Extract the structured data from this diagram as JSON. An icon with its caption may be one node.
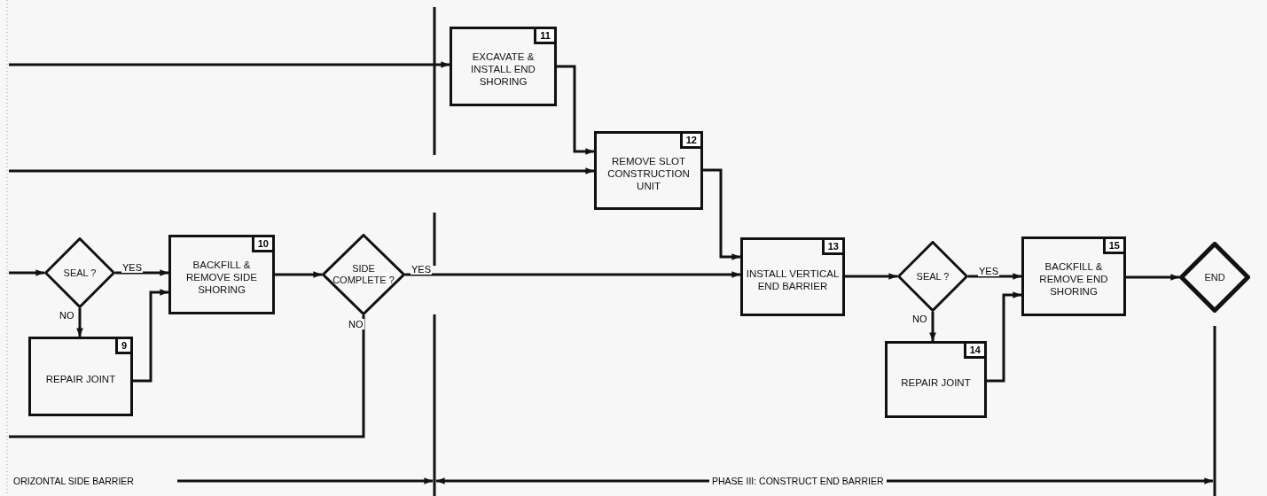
{
  "diagram": {
    "nodes": [
      {
        "text": [
          "SEAL ?"
        ]
      },
      {
        "text": [
          "9",
          "REPAIR JOINT"
        ]
      },
      {
        "text": [
          "10",
          "BACKFILL & REMOVE SIDE SHORING"
        ]
      },
      {
        "text": [
          "SIDE COMPLETE ?"
        ]
      },
      {
        "text": [
          "11",
          "EXCAVATE & INSTALL END SHORING"
        ]
      },
      {
        "text": [
          "12",
          "REMOVE SLOT CONSTRUCTION UNIT"
        ]
      },
      {
        "text": [
          "13",
          "INSTALL VERTICAL END BARRIER"
        ]
      },
      {
        "text": [
          "SEAL ?"
        ]
      },
      {
        "text": [
          "14",
          "REPAIR JOINT"
        ]
      },
      {
        "text": [
          "15",
          "BACKFILL & REMOVE END SHORING"
        ]
      },
      {
        "text": [
          "END"
        ]
      }
    ],
    "edges": [
      {
        "from": null,
        "to": 4,
        "arrow": "to"
      },
      {
        "from": null,
        "to": 5,
        "arrow": "to"
      },
      {
        "from": null,
        "to": 0,
        "arrow": "to"
      },
      {
        "from": 0,
        "to": 2,
        "arrow": "to",
        "label": "YES"
      },
      {
        "from": 0,
        "to": 1,
        "arrow": "to",
        "label": "NO"
      },
      {
        "from": 1,
        "to": 2,
        "arrow": "to"
      },
      {
        "from": 2,
        "to": 3,
        "arrow": "to"
      },
      {
        "from": 3,
        "to": 6,
        "arrow": "to",
        "label": "YES"
      },
      {
        "from": 3,
        "to": null,
        "arrow": "none",
        "label": "NO"
      },
      {
        "from": 4,
        "to": 5,
        "arrow": "to"
      },
      {
        "from": 5,
        "to": 6,
        "arrow": "to"
      },
      {
        "from": 6,
        "to": 7,
        "arrow": "to"
      },
      {
        "from": 7,
        "to": 9,
        "arrow": "to",
        "label": "YES"
      },
      {
        "from": 7,
        "to": 8,
        "arrow": "to",
        "label": "NO"
      },
      {
        "from": 8,
        "to": 9,
        "arrow": "to"
      },
      {
        "from": 9,
        "to": 10,
        "arrow": "to"
      }
    ],
    "labels": [
      "ORIZONTAL SIDE BARRIER",
      "PHASE III: CONSTRUCT END BARRIER"
    ]
  }
}
